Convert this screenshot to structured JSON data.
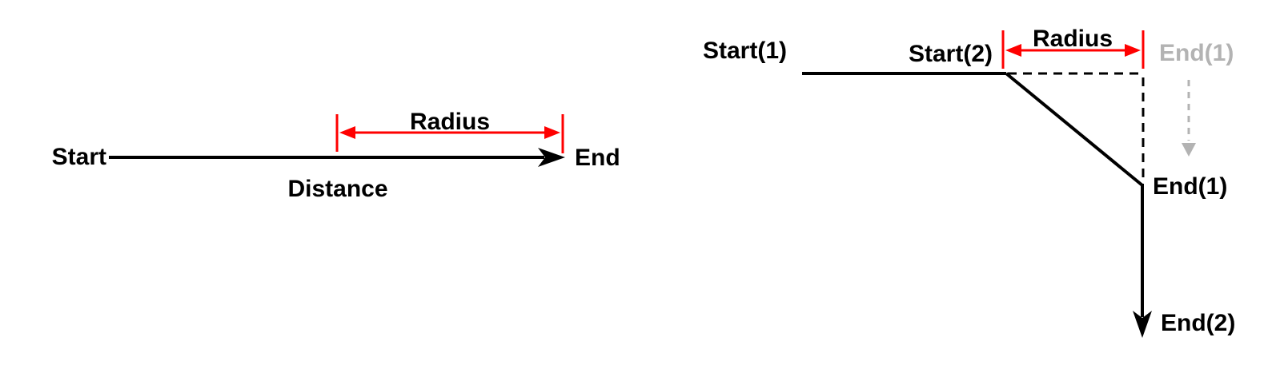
{
  "colors": {
    "line_black": "#000000",
    "measure_red": "#ff0000",
    "ghost_gray": "#b3b3b3",
    "background": "#ffffff"
  },
  "left_diagram": {
    "description": "straight path with radius measured back from end",
    "labels": {
      "start": "Start",
      "end": "End",
      "distance": "Distance",
      "radius": "Radius"
    }
  },
  "right_diagram": {
    "description": "two-segment path where radius shortens first segment",
    "labels": {
      "start1": "Start(1)",
      "start2": "Start(2)",
      "radius": "Radius",
      "end1_ghost": "End(1)",
      "end1": "End(1)",
      "end2": "End(2)"
    }
  }
}
